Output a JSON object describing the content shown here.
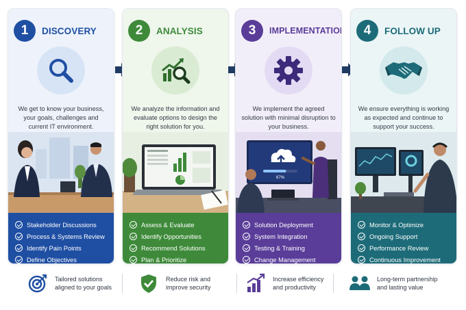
{
  "steps": [
    {
      "number": "1",
      "title": "DISCOVERY",
      "icon": "magnifier-icon",
      "color": "#1f4fa3",
      "bg": "#eef3fb",
      "description": "We get to know your business, your goals, challenges and current IT environment.",
      "items": [
        "Stakeholder Discussions",
        "Process & Systems Review",
        "Identify Pain Points",
        "Define Objectives"
      ]
    },
    {
      "number": "2",
      "title": "ANALYSIS",
      "icon": "chart-magnifier-icon",
      "color": "#3e8a3a",
      "bg": "#eff6ec",
      "description": "We analyze the information and evaluate options to design the right solution for you.",
      "items": [
        "Assess & Evaluate",
        "Identify Opportunities",
        "Recommend Solutions",
        "Plan & Prioritize"
      ]
    },
    {
      "number": "3",
      "title": "IMPLEMENTATION",
      "icon": "gear-icon",
      "color": "#5a3d99",
      "bg": "#f2eef9",
      "description": "We implement the agreed solution with minimal disruption to your business.",
      "items": [
        "Solution Deployment",
        "System Integration",
        "Testing & Training",
        "Change Management"
      ],
      "progress_label": "67%",
      "progress": 0.67
    },
    {
      "number": "4",
      "title": "FOLLOW UP",
      "icon": "handshake-icon",
      "color": "#1d6b78",
      "bg": "#ebf5f6",
      "description": "We ensure everything is working as expected and continue to support your success.",
      "items": [
        "Monitor & Optimize",
        "Ongoing Support",
        "Performance Review",
        "Continuous Improvement"
      ]
    }
  ],
  "footer": [
    {
      "icon": "target-icon",
      "text": "Tailored solutions aligned to your goals"
    },
    {
      "icon": "shield-check-icon",
      "text": "Reduce risk and improve security"
    },
    {
      "icon": "growth-chart-icon",
      "text": "Increase efficiency and productivity"
    },
    {
      "icon": "team-icon",
      "text": "Long-term partnership and lasting value"
    }
  ]
}
